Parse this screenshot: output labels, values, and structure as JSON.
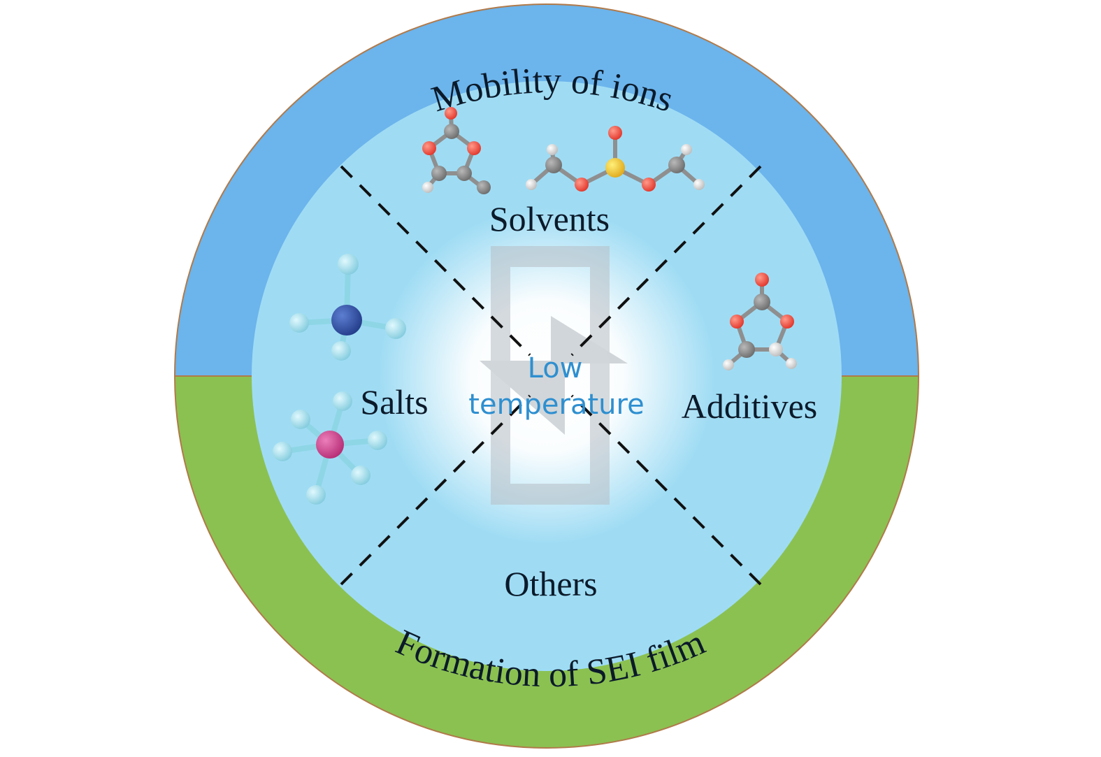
{
  "ring": {
    "top_label": "Mobility of ions",
    "bottom_label": "Formation of SEI film",
    "top_color": "#6cb4ec",
    "bottom_color": "#8bc151",
    "edge_color": "#b07a4a"
  },
  "inner": {
    "color": "#9fdcf4"
  },
  "sectors": {
    "top": "Solvents",
    "left": "Salts",
    "right": "Additives",
    "bottom": "Others"
  },
  "center": {
    "line1": "Low",
    "line2": "temperature"
  },
  "molecules": {
    "carbonate": [
      "oxygen-red",
      "carbon-grey",
      "hydrogen-white"
    ],
    "sulfite": [
      "sulfur-yellow",
      "oxygen-red",
      "hydrogen-white"
    ],
    "salt_anion_1": [
      "center-navy",
      "ligand-cyan"
    ],
    "salt_anion_2": [
      "center-magenta",
      "ligand-cyan"
    ]
  }
}
